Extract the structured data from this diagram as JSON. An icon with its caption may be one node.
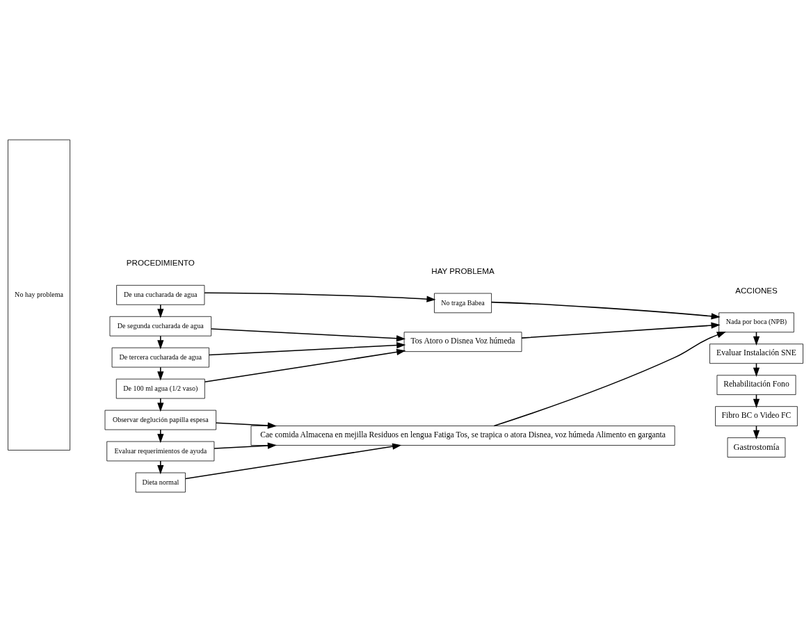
{
  "diagram": {
    "nodes": [
      {
        "text": [
          "No hay problema"
        ]
      },
      {
        "text": [
          "De una cucharada de agua"
        ]
      },
      {
        "text": [
          "De segunda cucharada de agua"
        ]
      },
      {
        "text": [
          "De tercera cucharada de agua"
        ]
      },
      {
        "text": [
          "De 100 ml agua (1/2 vaso)"
        ]
      },
      {
        "text": [
          "Observar deglución papilla espesa"
        ]
      },
      {
        "text": [
          "Evaluar requerimientos de ayuda"
        ]
      },
      {
        "text": [
          "Dieta normal"
        ]
      },
      {
        "text": [
          "No traga Babea"
        ]
      },
      {
        "text": [
          "Tos Atoro o Disnea Voz húmeda"
        ]
      },
      {
        "text": [
          "Cae comida Almacena en mejilla Residuos en lengua Fatiga Tos, se trapica o atora Disnea, voz húmeda Alimento en garganta"
        ]
      },
      {
        "text": [
          "Nada por boca (NPB)"
        ]
      },
      {
        "text": [
          "Evaluar Instalación SNE"
        ]
      },
      {
        "text": [
          "Rehabilitación Fono"
        ]
      },
      {
        "text": [
          "Fibro BC o Video FC"
        ]
      },
      {
        "text": [
          "Gastrostomía"
        ]
      }
    ],
    "edges": [
      {
        "from": 1,
        "to": 2,
        "arrow": "to"
      },
      {
        "from": 2,
        "to": 3,
        "arrow": "to"
      },
      {
        "from": 3,
        "to": 4,
        "arrow": "to"
      },
      {
        "from": 4,
        "to": 5,
        "arrow": "to"
      },
      {
        "from": 5,
        "to": 6,
        "arrow": "to"
      },
      {
        "from": 6,
        "to": 7,
        "arrow": "to"
      },
      {
        "from": 1,
        "to": 8,
        "arrow": "to"
      },
      {
        "from": 2,
        "to": 9,
        "arrow": "to"
      },
      {
        "from": 3,
        "to": 9,
        "arrow": "to"
      },
      {
        "from": 4,
        "to": 9,
        "arrow": "to"
      },
      {
        "from": 5,
        "to": 10,
        "arrow": "to"
      },
      {
        "from": 6,
        "to": 10,
        "arrow": "to"
      },
      {
        "from": 7,
        "to": 10,
        "arrow": "to"
      },
      {
        "from": 8,
        "to": 11,
        "arrow": "to"
      },
      {
        "from": 9,
        "to": 11,
        "arrow": "to"
      },
      {
        "from": 10,
        "to": 11,
        "arrow": "to"
      },
      {
        "from": 11,
        "to": 12,
        "arrow": "to"
      },
      {
        "from": 12,
        "to": 13,
        "arrow": "to"
      },
      {
        "from": 13,
        "to": 14,
        "arrow": "to"
      },
      {
        "from": 14,
        "to": 15,
        "arrow": "to"
      }
    ],
    "labels": [
      "PROCEDIMIENTO",
      "HAY PROBLEMA",
      "ACCIONES"
    ]
  }
}
